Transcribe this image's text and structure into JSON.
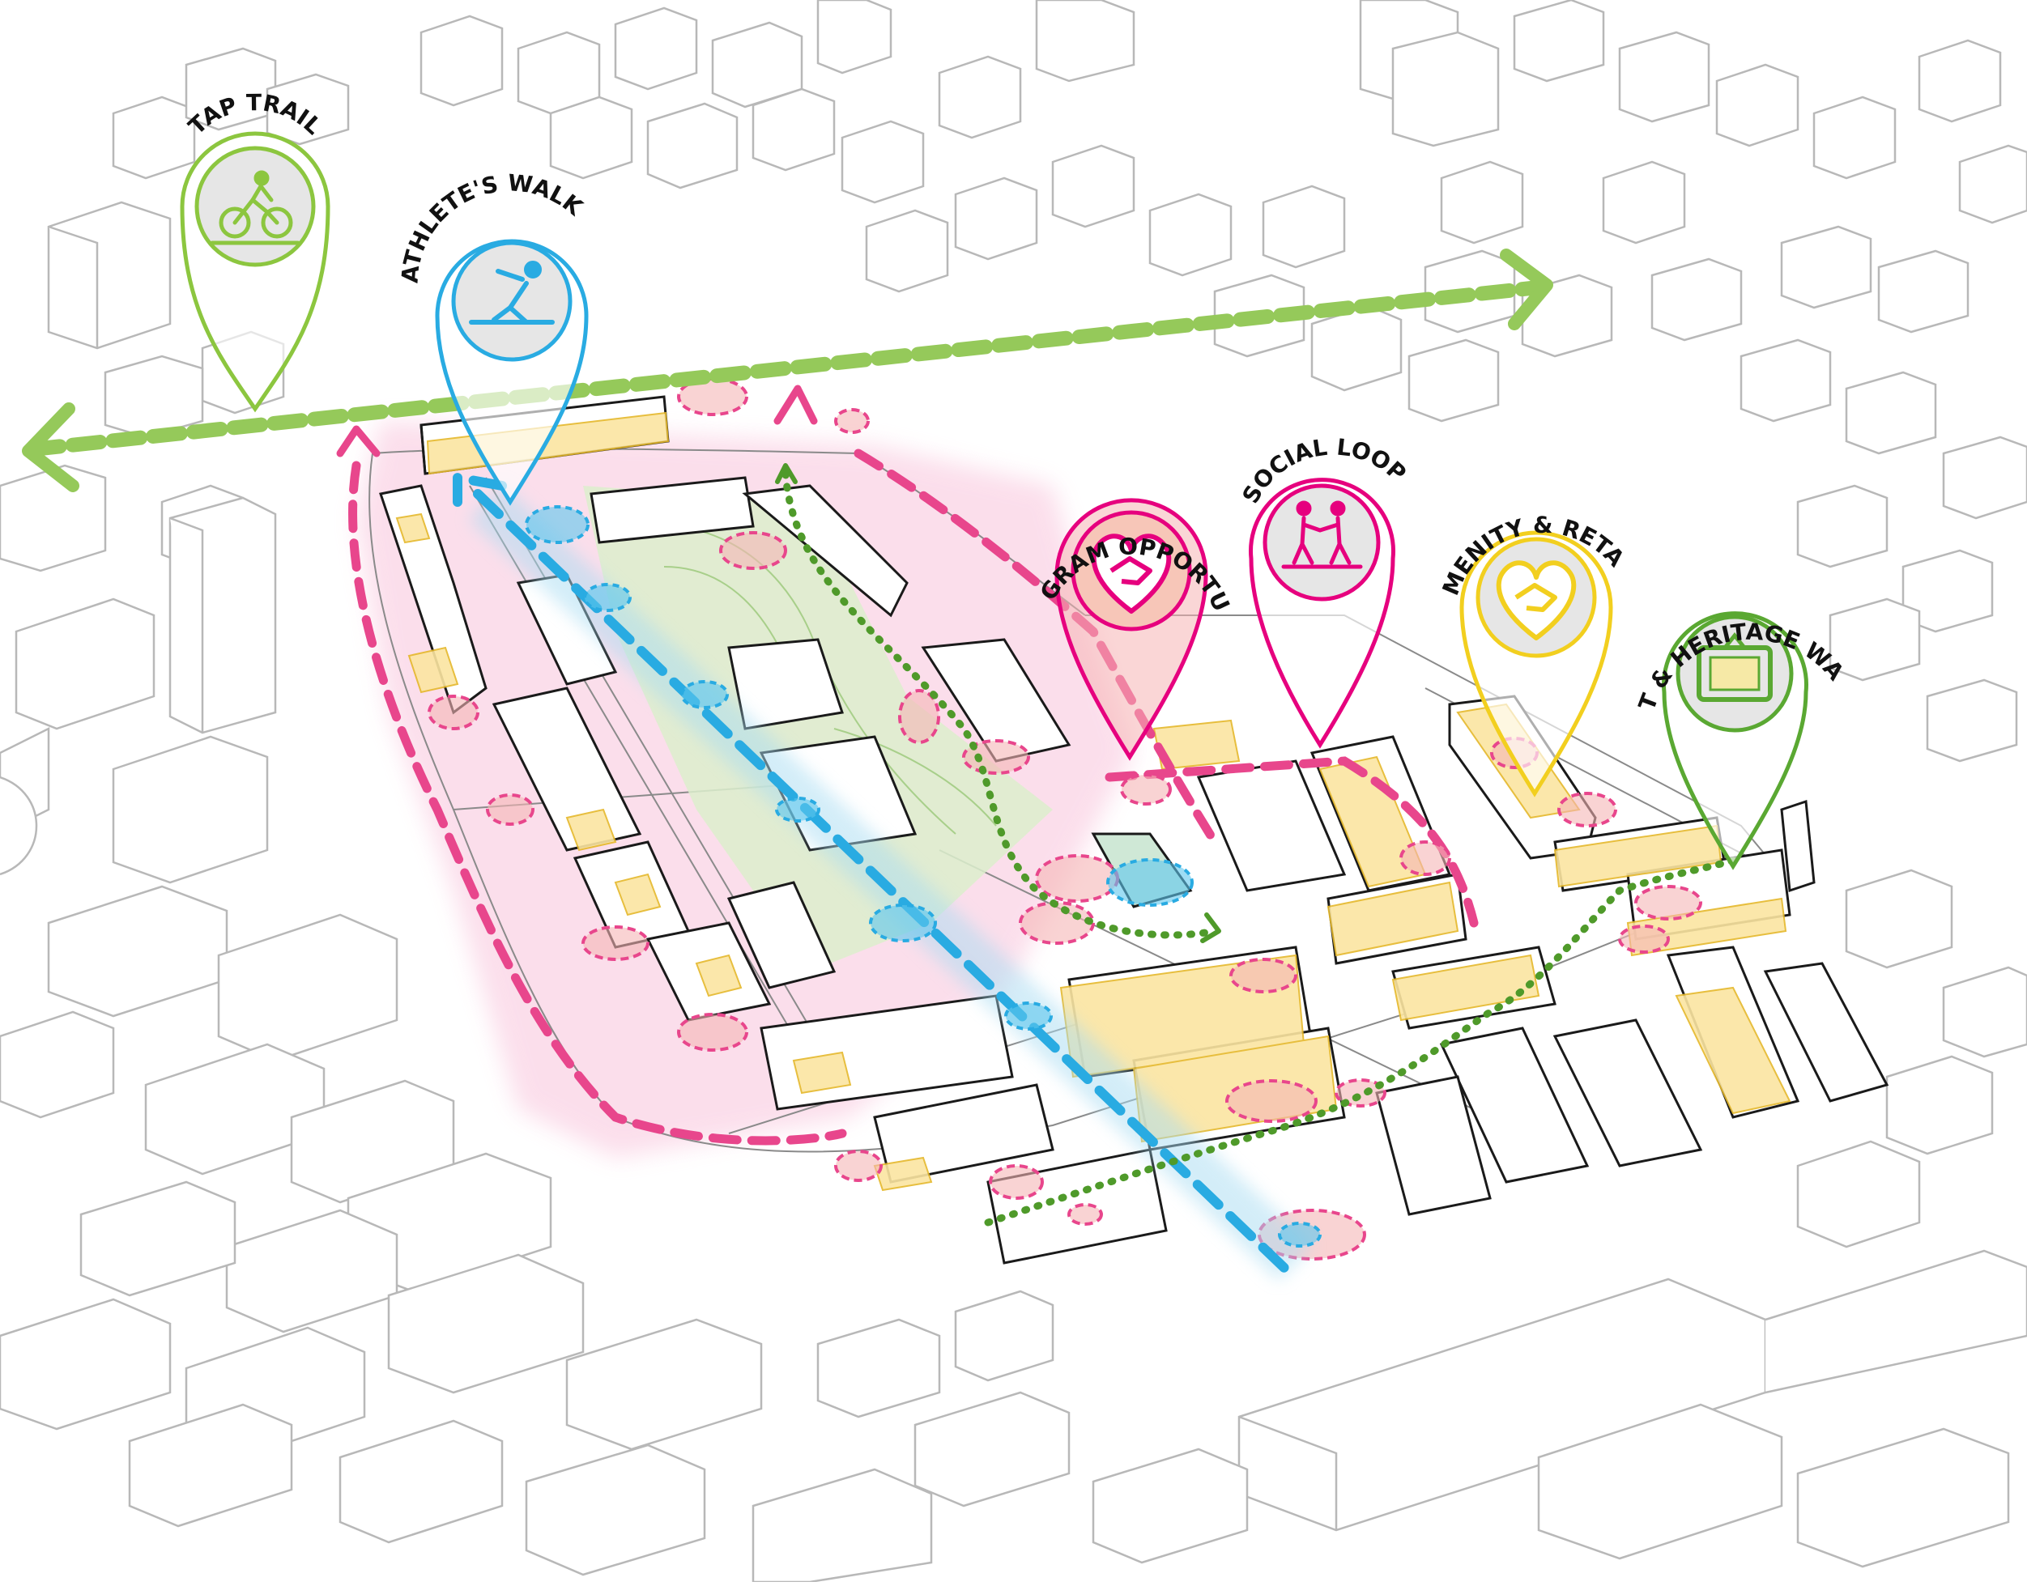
{
  "labels": {
    "tap_trail": "TAP TRAIL",
    "athletes_walk": "ATHLETE'S WALK",
    "program_opportunity": "PROGRAM OPPORTUNITY",
    "social_loop": "SOCIAL LOOP",
    "amenity_retail": "AMENITY & RETAIL",
    "art_heritage_walk": "ART & HERITAGE WALK"
  },
  "colors": {
    "tap_trail": "#8cc63f",
    "athletes_walk": "#29abe2",
    "program_opportunity": "#e6007e",
    "social_loop": "#e6007e",
    "amenity_retail": "#f2cf1f",
    "art_heritage_walk": "#5aa832",
    "green_route": "#95c95a",
    "pink_route": "#e8468c",
    "blue_route": "#29abe2",
    "dotted_loop": "#4f9a2a",
    "retail_fill": "#fbe5a1",
    "park_fill": "#dcefcc",
    "context_line": "#b8b8b8"
  },
  "icons": {
    "tap_trail": "cyclist-icon",
    "athletes_walk": "stretching-athlete-icon",
    "program_opportunity": "heart-handshake-icon",
    "social_loop": "walking-people-icon",
    "amenity_retail": "heart-handshake-icon",
    "art_heritage_walk": "picture-frame-icon"
  }
}
